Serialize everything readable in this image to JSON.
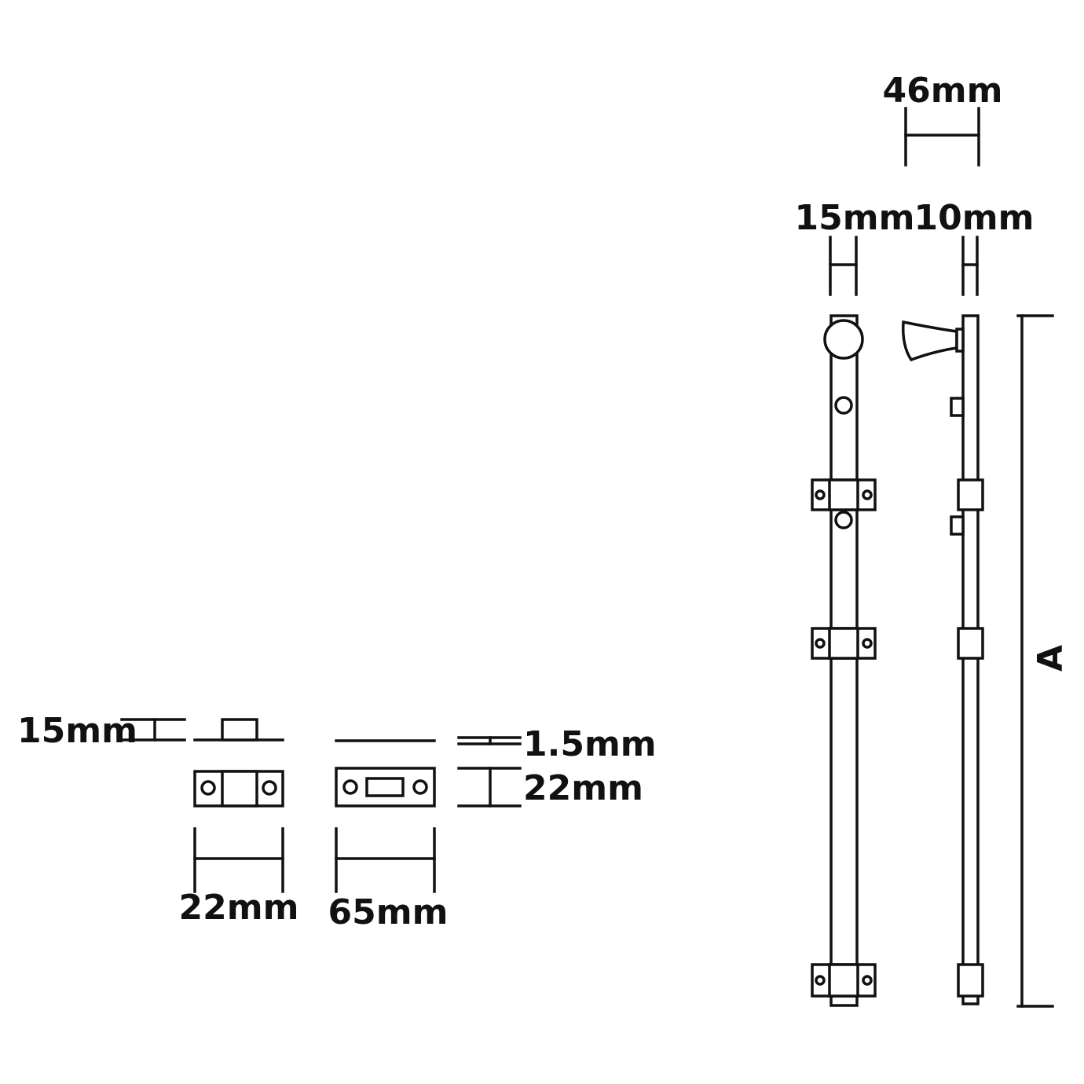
{
  "dimensions": {
    "overall_width": "46mm",
    "bolt_front_width": "15mm",
    "bolt_side_thickness": "10mm",
    "bolt_length": "A",
    "keeper_height": "15mm",
    "keeper_width": "22mm",
    "plate_thickness": "1.5mm",
    "plate_height": "22mm",
    "plate_length": "65mm"
  },
  "colors": {
    "line": "#111111",
    "background": "#ffffff"
  }
}
